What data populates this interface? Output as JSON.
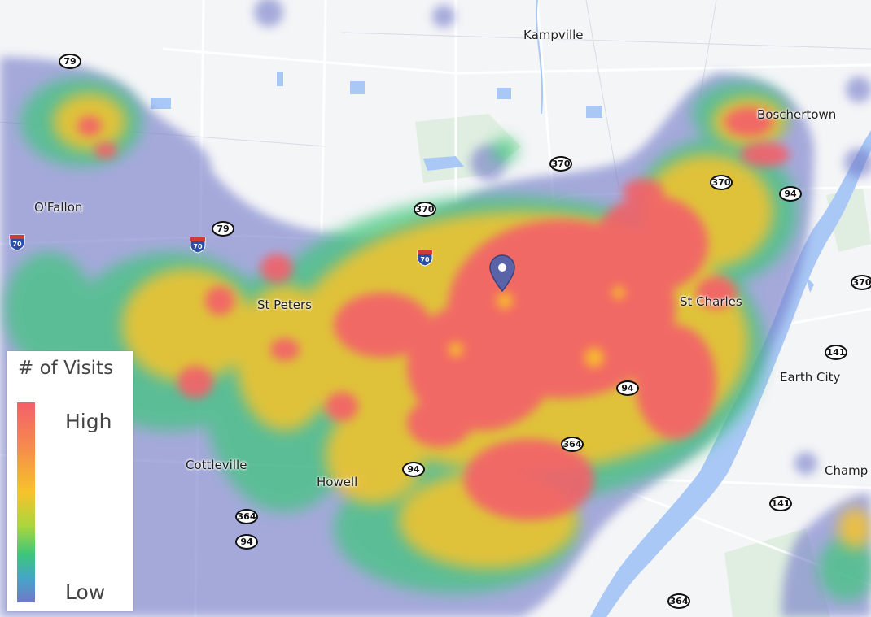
{
  "map": {
    "places": [
      {
        "id": "kampville",
        "name": "Kampville"
      },
      {
        "id": "boschertown",
        "name": "Boschertown"
      },
      {
        "id": "ofallon",
        "name": "O'Fallon"
      },
      {
        "id": "st-peters",
        "name": "St Peters"
      },
      {
        "id": "st-charles",
        "name": "St Charles"
      },
      {
        "id": "earth-city",
        "name": "Earth City"
      },
      {
        "id": "cottleville",
        "name": "Cottleville"
      },
      {
        "id": "howell",
        "name": "Howell"
      },
      {
        "id": "champ",
        "name": "Champ"
      }
    ],
    "route_shields": [
      "79",
      "79",
      "370",
      "370",
      "370",
      "370",
      "94",
      "94",
      "94",
      "94",
      "364",
      "364",
      "364",
      "141",
      "141"
    ],
    "interstate_shields": [
      "70",
      "70",
      "70"
    ],
    "heat_colors": {
      "low": "#7178c8",
      "mid_low": "#3cc67a",
      "mid": "#f7c32a",
      "high": "#f3606b"
    },
    "marker_icon": "map-pin-icon"
  },
  "legend": {
    "title": "# of Visits",
    "high_label": "High",
    "low_label": "Low"
  }
}
